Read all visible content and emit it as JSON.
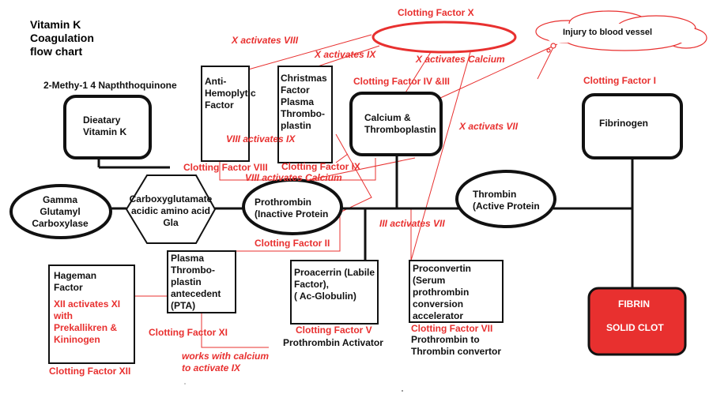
{
  "title": "Vitamin K\nCoagulation\nflow chart",
  "source_label": "2-Methy-1 4 Napththoquinone",
  "nodes": {
    "dietary": "Dieatary\nVitamin K",
    "gamma": "Gamma\nGlutamyl\nCarboxylase",
    "carboxy": "Carboxyglutamate\nacidic amino acid\nGla",
    "prothrombin": "Prothrombin\n(Inactive Protein",
    "thrombin": "Thrombin\n(Active Protein",
    "anti_hemo": "Anti-\nHemoplytic\nFactor",
    "christmas": "Christmas\nFactor\nPlasma\nThrombo-\nplastin",
    "calcium": "Calcium &\nThromboplastin",
    "fibrinogen": "Fibrinogen",
    "fibrin": "FIBRIN",
    "solid_clot": "SOLID CLOT",
    "hageman": "Hageman\nFactor",
    "hageman_note": "XII activates XI\nwith\nPrekallikren &\nKininogen",
    "pta": "Plasma\nThrombo-\nplastin\nantecedent\n(PTA)",
    "proacerrin": "Proacerrin (Labile\nFactor),\n( Ac-Globulin)",
    "proconvertin": "Proconvertin\n(Serum\nprothrombin\nconversion\naccelerator",
    "injury": "Injury to blood vessel"
  },
  "factors": {
    "x": "Clotting Factor X",
    "i": "Clotting Factor I",
    "iv_iii": "Clotting Factor IV &III",
    "viii": "Clotting Factor VIII",
    "ix": "Clotting Factor IX",
    "ii": "Clotting Factor II",
    "xi": "Clotting Factor XI",
    "xii": "Clotting Factor XII",
    "v": "Clotting Factor V",
    "vii": "Clotting Factor VII"
  },
  "activators": {
    "v": "Prothrombin Activator",
    "vii": "Prothrombin to\nThrombin convertor"
  },
  "annotations": {
    "x_viii": "X activates VIII",
    "x_ix": "X activates IX",
    "x_calcium": "X activates Calcium",
    "x_vii": "X activats VII",
    "viii_ix": "VIII activates IX",
    "viii_calcium": "VIII activates Calcium",
    "iii_vii": "III activates VII",
    "calcium_ix": "works with calcium\nto activate IX"
  },
  "colors": {
    "red": "#e8302f",
    "black": "#111111",
    "clot_fill": "#e8302f"
  }
}
